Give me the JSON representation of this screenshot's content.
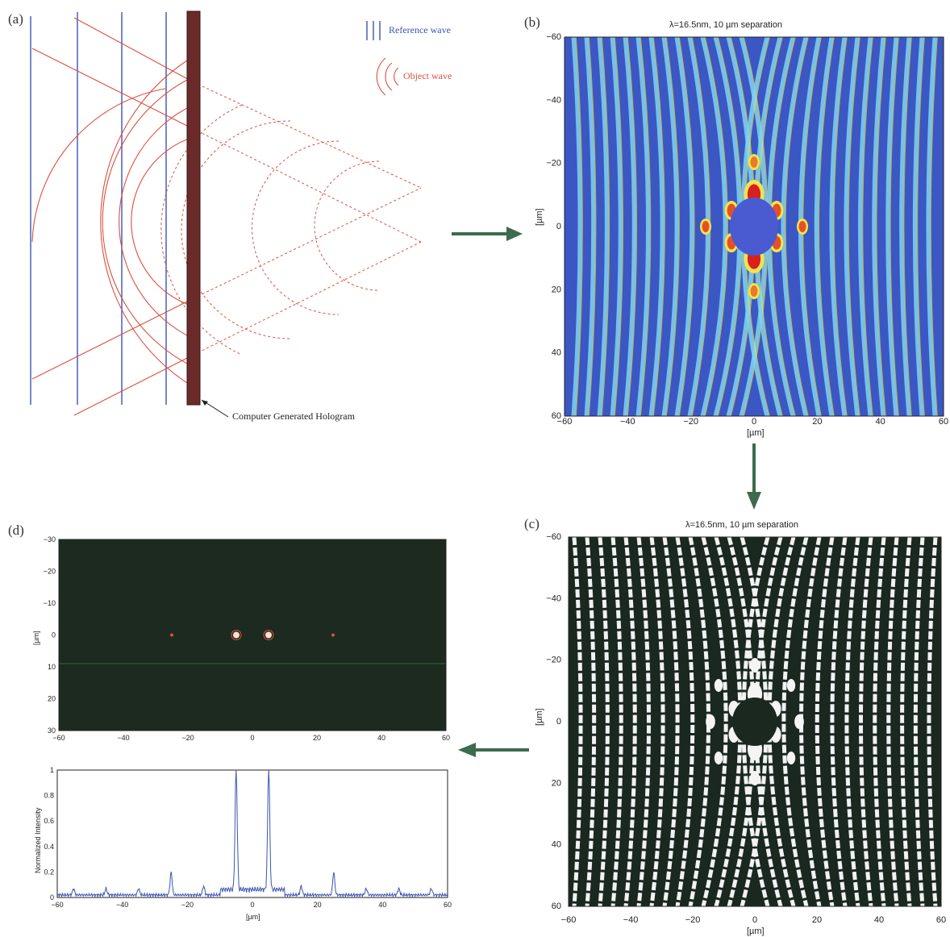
{
  "panels": {
    "a": {
      "label": "(a)",
      "legend_reference": "Reference wave",
      "legend_object": "Object wave",
      "hologram_caption": "Computer Generated Hologram",
      "colors": {
        "reference": "#3a55b0",
        "object": "#d9503f",
        "hologram": "#6b2a2a"
      }
    },
    "b": {
      "label": "(b)",
      "title": "λ=16.5nm, 10 µm separation",
      "ylabel": "[µm]",
      "xlabel": "[µm]",
      "xticks": [
        "−60",
        "−40",
        "−20",
        "0",
        "20",
        "40",
        "60"
      ],
      "yticks": [
        "−60",
        "−40",
        "−20",
        "0",
        "20",
        "40",
        "60"
      ]
    },
    "c": {
      "label": "(c)",
      "title": "λ=16.5nm, 10 µm separation",
      "ylabel": "[µm]",
      "xlabel": "[µm]",
      "xticks": [
        "−60",
        "−40",
        "−20",
        "0",
        "20",
        "40",
        "60"
      ],
      "yticks": [
        "−60",
        "−40",
        "−20",
        "0",
        "20",
        "40",
        "60"
      ]
    },
    "d": {
      "label": "(d)",
      "ylabel_top": "[µm]",
      "xlabel_bottom": "[µm]",
      "ylabel_bottom": "Normalized Intensity",
      "xticks": [
        "−60",
        "−40",
        "−20",
        "0",
        "20",
        "40",
        "60"
      ],
      "yticks_top": [
        "−30",
        "−20",
        "−10",
        "0",
        "10",
        "20",
        "30"
      ],
      "yticks_bottom": [
        "0",
        "0.2",
        "0.4",
        "0.6",
        "0.8",
        "1"
      ]
    }
  },
  "chart_data": [
    {
      "type": "line",
      "panel": "d-bottom",
      "xlabel": "[µm]",
      "ylabel": "Normalized Intensity",
      "xlim": [
        -60,
        60
      ],
      "ylim": [
        0,
        1
      ],
      "peaks": [
        {
          "x": -55,
          "y": 0.07
        },
        {
          "x": -45,
          "y": 0.07
        },
        {
          "x": -35,
          "y": 0.07
        },
        {
          "x": -25,
          "y": 0.2
        },
        {
          "x": -15,
          "y": 0.09
        },
        {
          "x": -5,
          "y": 1.0
        },
        {
          "x": 5,
          "y": 1.0
        },
        {
          "x": 15,
          "y": 0.09
        },
        {
          "x": 25,
          "y": 0.2
        },
        {
          "x": 35,
          "y": 0.07
        },
        {
          "x": 45,
          "y": 0.07
        },
        {
          "x": 55,
          "y": 0.07
        }
      ]
    },
    {
      "type": "scatter",
      "panel": "d-top",
      "xlim": [
        -60,
        60
      ],
      "ylim": [
        -30,
        30
      ],
      "spots": [
        {
          "x": -25,
          "y": 0
        },
        {
          "x": -5,
          "y": 0
        },
        {
          "x": 5,
          "y": 0
        },
        {
          "x": 25,
          "y": 0
        }
      ]
    }
  ]
}
